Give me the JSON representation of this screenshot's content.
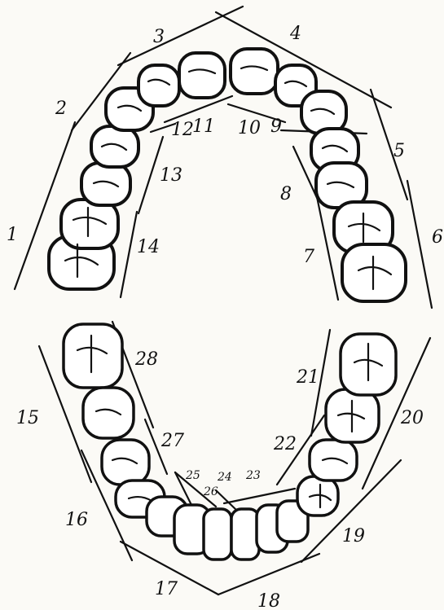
{
  "diagram": {
    "upper_arch": {
      "labels": [
        "1",
        "2",
        "3",
        "4",
        "5",
        "6",
        "7",
        "8",
        "9",
        "10",
        "11",
        "12",
        "13",
        "14"
      ]
    },
    "lower_arch": {
      "labels": [
        "15",
        "16",
        "17",
        "18",
        "19",
        "20",
        "21",
        "22",
        "23",
        "24",
        "25",
        "26",
        "27",
        "28"
      ]
    }
  }
}
